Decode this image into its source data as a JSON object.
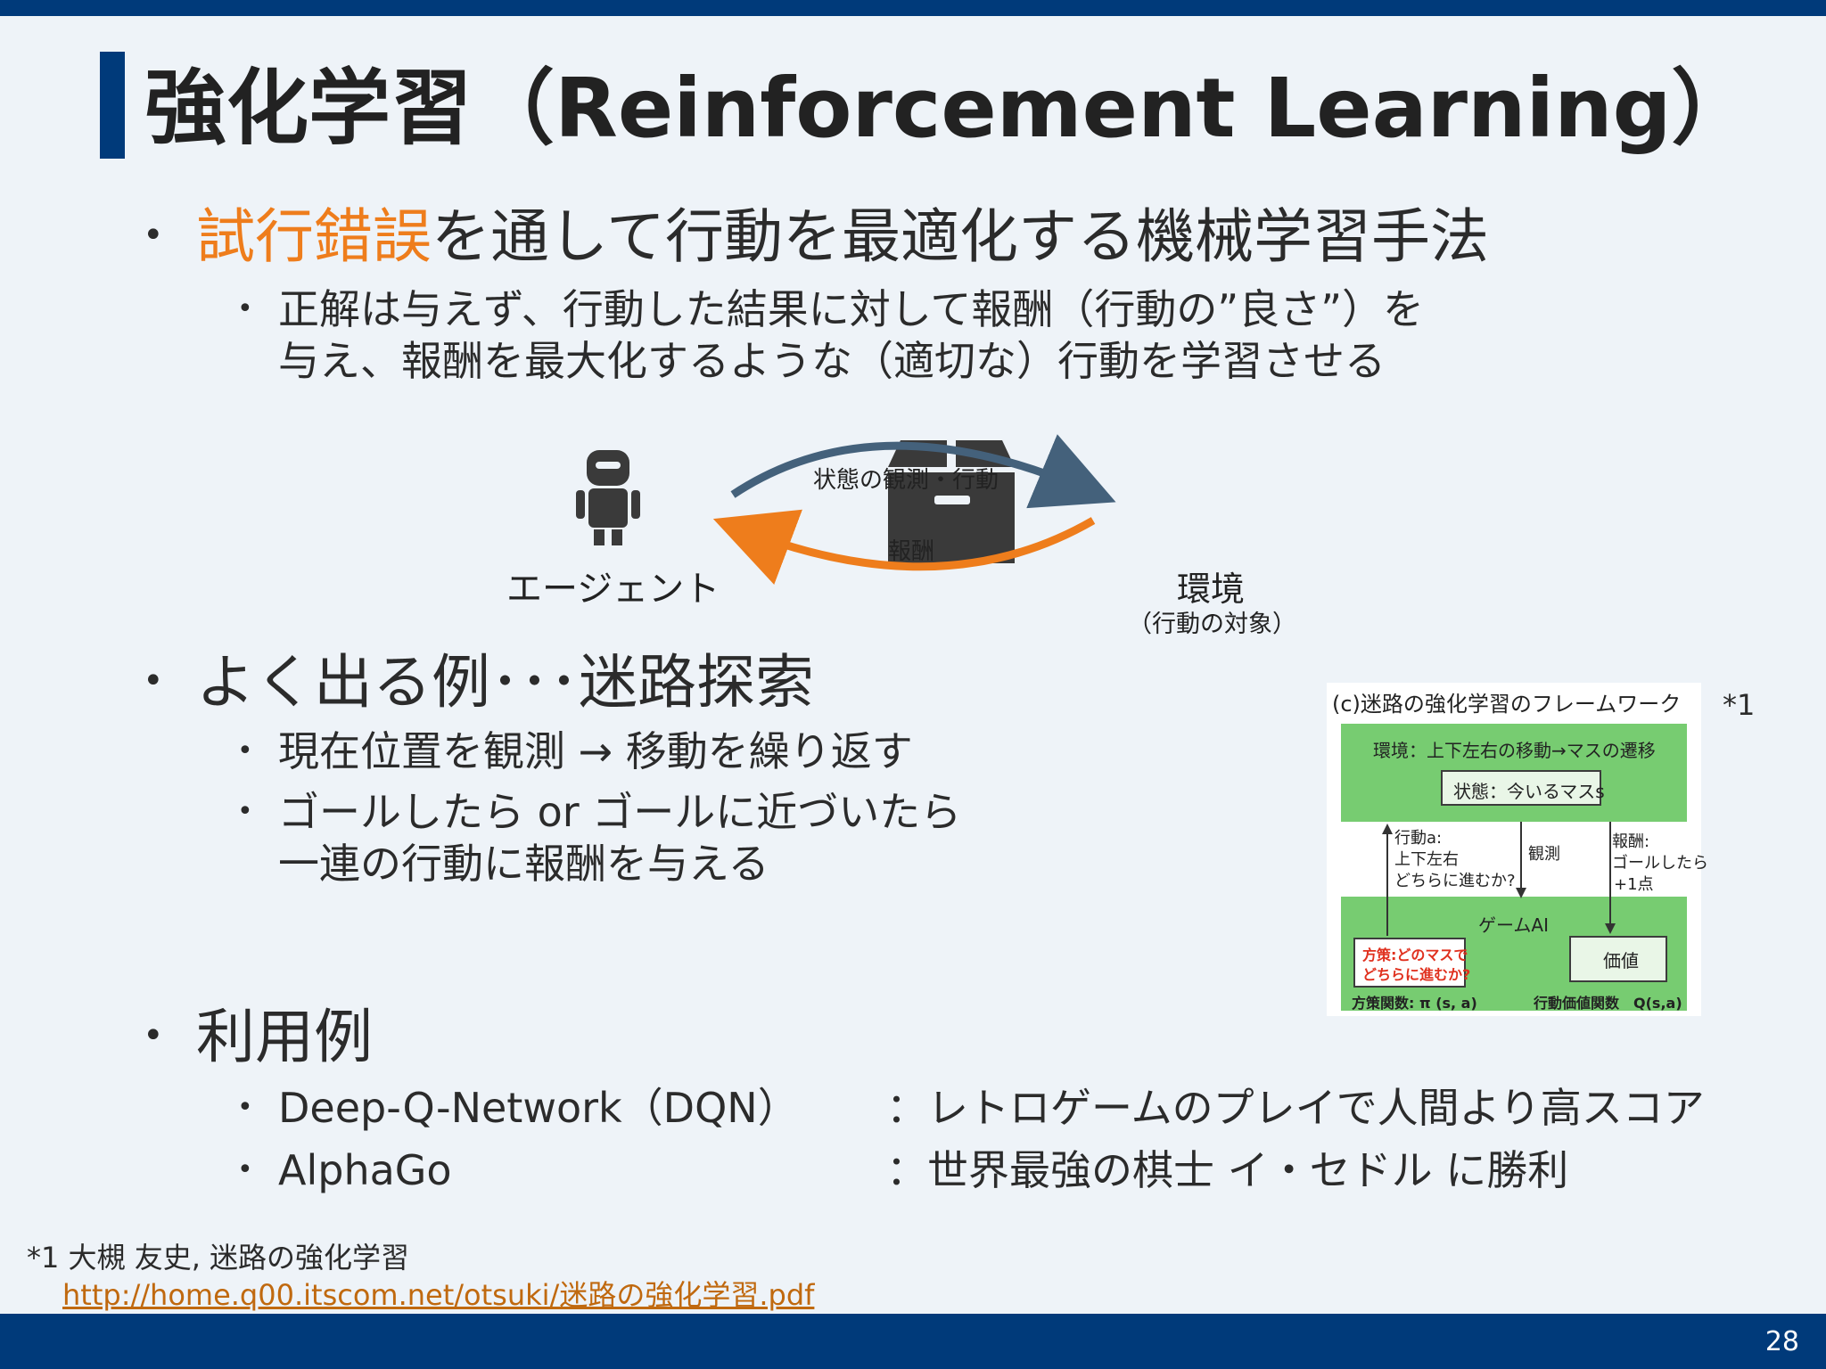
{
  "slide": {
    "title": "強化学習（Reinforcement Learning）",
    "page_number": "28",
    "bullet_dot": "•"
  },
  "section1": {
    "highlight": "試行錯誤",
    "rest": "を通して行動を最適化する機械学習手法",
    "sub_line1": "正解は与えず、行動した結果に対して報酬（行動の”良さ”）を",
    "sub_line2": "与え、報酬を最大化するような（適切な）行動を学習させる"
  },
  "diagram": {
    "agent_label": "エージェント",
    "env_label": "環境",
    "env_sub": "（行動の対象）",
    "arrow_top": "状態の観測・行動",
    "arrow_bottom": "報酬",
    "colors": {
      "top_arrow": "#44617b",
      "bottom_arrow": "#ee7d1c",
      "icon": "#3a3a3a"
    }
  },
  "section2": {
    "head": "よく出る例･･･迷路探索",
    "sub1": "現在位置を観測 → 移動を繰り返す",
    "sub2_line1": "ゴールしたら or ゴールに近づいたら",
    "sub2_line2": "一連の行動に報酬を与える"
  },
  "maze_figure": {
    "caption": "(c)迷路の強化学習のフレームワーク",
    "env_text": "環境：上下左右の移動→マスの遷移",
    "state_text": "状態：今いるマスs",
    "action_line1": "行動a:",
    "action_line2": "上下左右",
    "action_line3": "どちらに進むか?",
    "observe": "観測",
    "reward_line1": "報酬:",
    "reward_line2": "ゴールしたら",
    "reward_line3": "+1点",
    "game_ai": "ゲームAI",
    "policy_line1": "方策:どのマスで",
    "policy_line2": "どちらに進むか?",
    "value": "価値",
    "policy_func": "方策関数: π (s, a)",
    "value_func": "行動価値関数　Q(s,a)",
    "colors": {
      "green": "#77cc71",
      "red_text": "#e0301e"
    }
  },
  "section3": {
    "head": "利用例",
    "items": [
      {
        "name": "Deep-Q-Network（DQN）",
        "desc": "：レトロゲームのプレイで人間より高スコア"
      },
      {
        "name": "AlphaGo",
        "desc": "：世界最強の棋士 イ・セドル に勝利"
      }
    ]
  },
  "footnote": {
    "mark": "*1",
    "text": "*1 大槻 友史, 迷路の強化学習",
    "url": "http://home.q00.itscom.net/otsuki/迷路の強化学習.pdf"
  }
}
